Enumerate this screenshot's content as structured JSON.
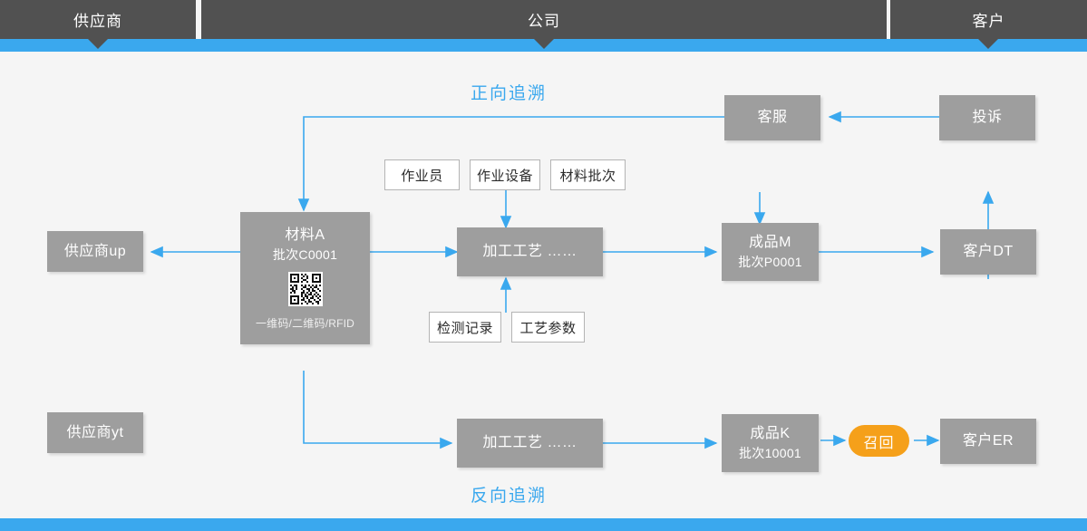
{
  "header": {
    "segments": [
      {
        "label": "供应商"
      },
      {
        "label": "公司"
      },
      {
        "label": "客户"
      }
    ],
    "band_color": "#3aa8ee",
    "segment_color": "#515151"
  },
  "captions": {
    "forward": "正向追溯",
    "reverse": "反向追溯",
    "color": "#3aa8ee"
  },
  "nodes": {
    "supplier_up": {
      "title": "供应商up"
    },
    "supplier_yt": {
      "title": "供应商yt"
    },
    "material_a": {
      "title": "材料A",
      "batch": "批次C0001",
      "code_label": "一维码/二维码/RFID",
      "code_type": "qr-code"
    },
    "process_top": {
      "title": "加工工艺  ……"
    },
    "process_bottom": {
      "title": "加工工艺  ……"
    },
    "product_m": {
      "title": "成品M",
      "batch": "批次P0001"
    },
    "product_k": {
      "title": "成品K",
      "batch": "批次10001"
    },
    "customer_service": {
      "title": "客服"
    },
    "complaint": {
      "title": "投诉"
    },
    "customer_dt": {
      "title": "客户DT"
    },
    "customer_er": {
      "title": "客户ER"
    },
    "recall": {
      "title": "召回",
      "color": "#f5a01a"
    }
  },
  "chips": {
    "operator": "作业员",
    "equipment": "作业设备",
    "material_batch": "材料批次",
    "inspection_record": "检测记录",
    "process_params": "工艺参数"
  },
  "palette": {
    "node_gray": "#9e9e9e",
    "canvas": "#f5f5f5",
    "wire": "#3aa8ee",
    "header_dark": "#515151"
  }
}
